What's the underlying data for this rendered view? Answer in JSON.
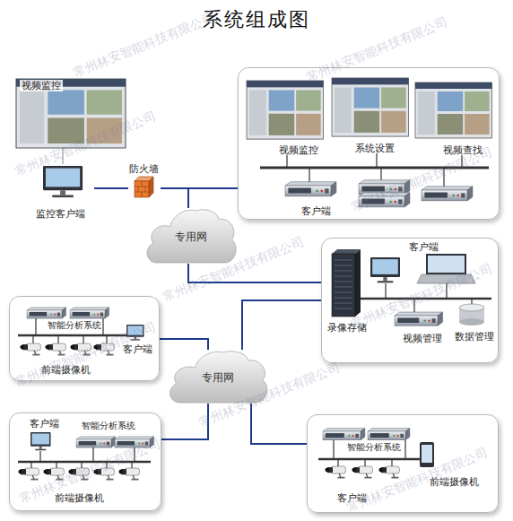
{
  "diagram": {
    "title": "系统组成图",
    "nodes": [
      {
        "text": [
          "视频监控"
        ]
      },
      {
        "text": [
          "监控客户端"
        ]
      },
      {
        "text": [
          "防火墙"
        ]
      },
      {
        "text": [
          "视频监控",
          "系统设置",
          "视频查找",
          "客户端"
        ]
      },
      {
        "text": [
          "专用网"
        ]
      },
      {
        "text": [
          "客户端",
          "录像存储",
          "视频管理",
          "数据管理"
        ]
      },
      {
        "text": [
          "智能分析系统",
          "客户端",
          "前端摄像机"
        ]
      },
      {
        "text": [
          "专用网"
        ]
      },
      {
        "text": [
          "客户端",
          "智能分析系统",
          "前端摄像机"
        ]
      },
      {
        "text": [
          "智能分析系统",
          "前端摄像机",
          "客户端"
        ]
      }
    ],
    "edges": [
      {
        "from": 0,
        "to": 1,
        "arrow": "none"
      },
      {
        "from": 1,
        "to": 2,
        "arrow": "none"
      },
      {
        "from": 2,
        "to": 3,
        "arrow": "none"
      },
      {
        "from": 2,
        "to": 4,
        "arrow": "none"
      },
      {
        "from": 4,
        "to": 5,
        "arrow": "none"
      },
      {
        "from": 5,
        "to": 7,
        "arrow": "none"
      },
      {
        "from": 6,
        "to": 7,
        "arrow": "none"
      },
      {
        "from": 7,
        "to": 8,
        "arrow": "none"
      },
      {
        "from": 7,
        "to": 9,
        "arrow": "none"
      }
    ],
    "labels": [
      "常州林安智能科技有限公司",
      "常州林安智能科技有限公司",
      "常州林安智能科技有限公司",
      "常州林安智能科技有限公司",
      "常州林安智能科技有限公司",
      "常州林安智能科技有限公司",
      "常州林安智能科技有限公司",
      "常州林安智能科技有限公司",
      "常州林安智能科技有限公司",
      "常州林安智能科技有限公司"
    ]
  }
}
